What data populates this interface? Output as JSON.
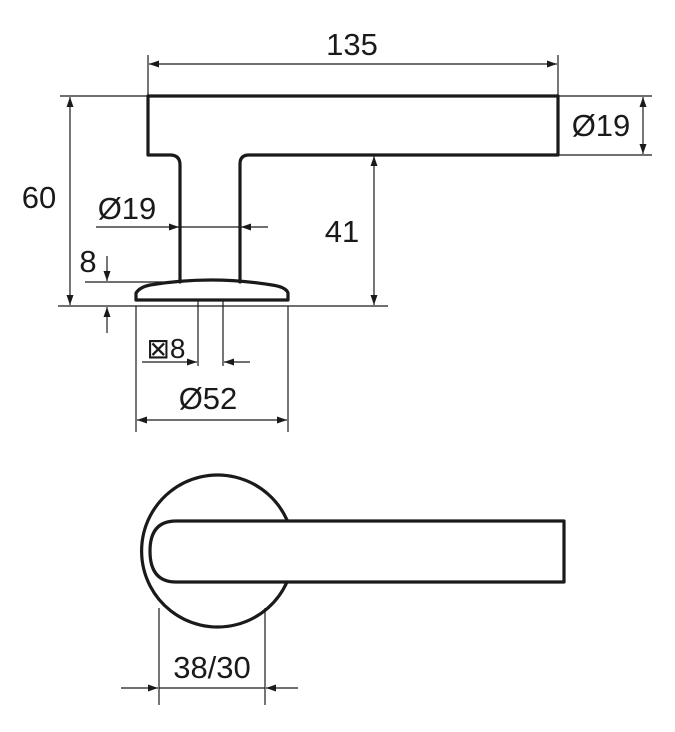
{
  "dimensions": {
    "lever_length": "135",
    "lever_diameter": "Ø19",
    "total_height": "60",
    "shaft_diameter": "Ø19",
    "lever_height": "41",
    "rose_thickness": "8",
    "spindle_size": "⊠8",
    "rose_diameter": "Ø52",
    "door_thickness": "38/30"
  },
  "colors": {
    "line": "#1a1a1a",
    "background": "#ffffff"
  }
}
